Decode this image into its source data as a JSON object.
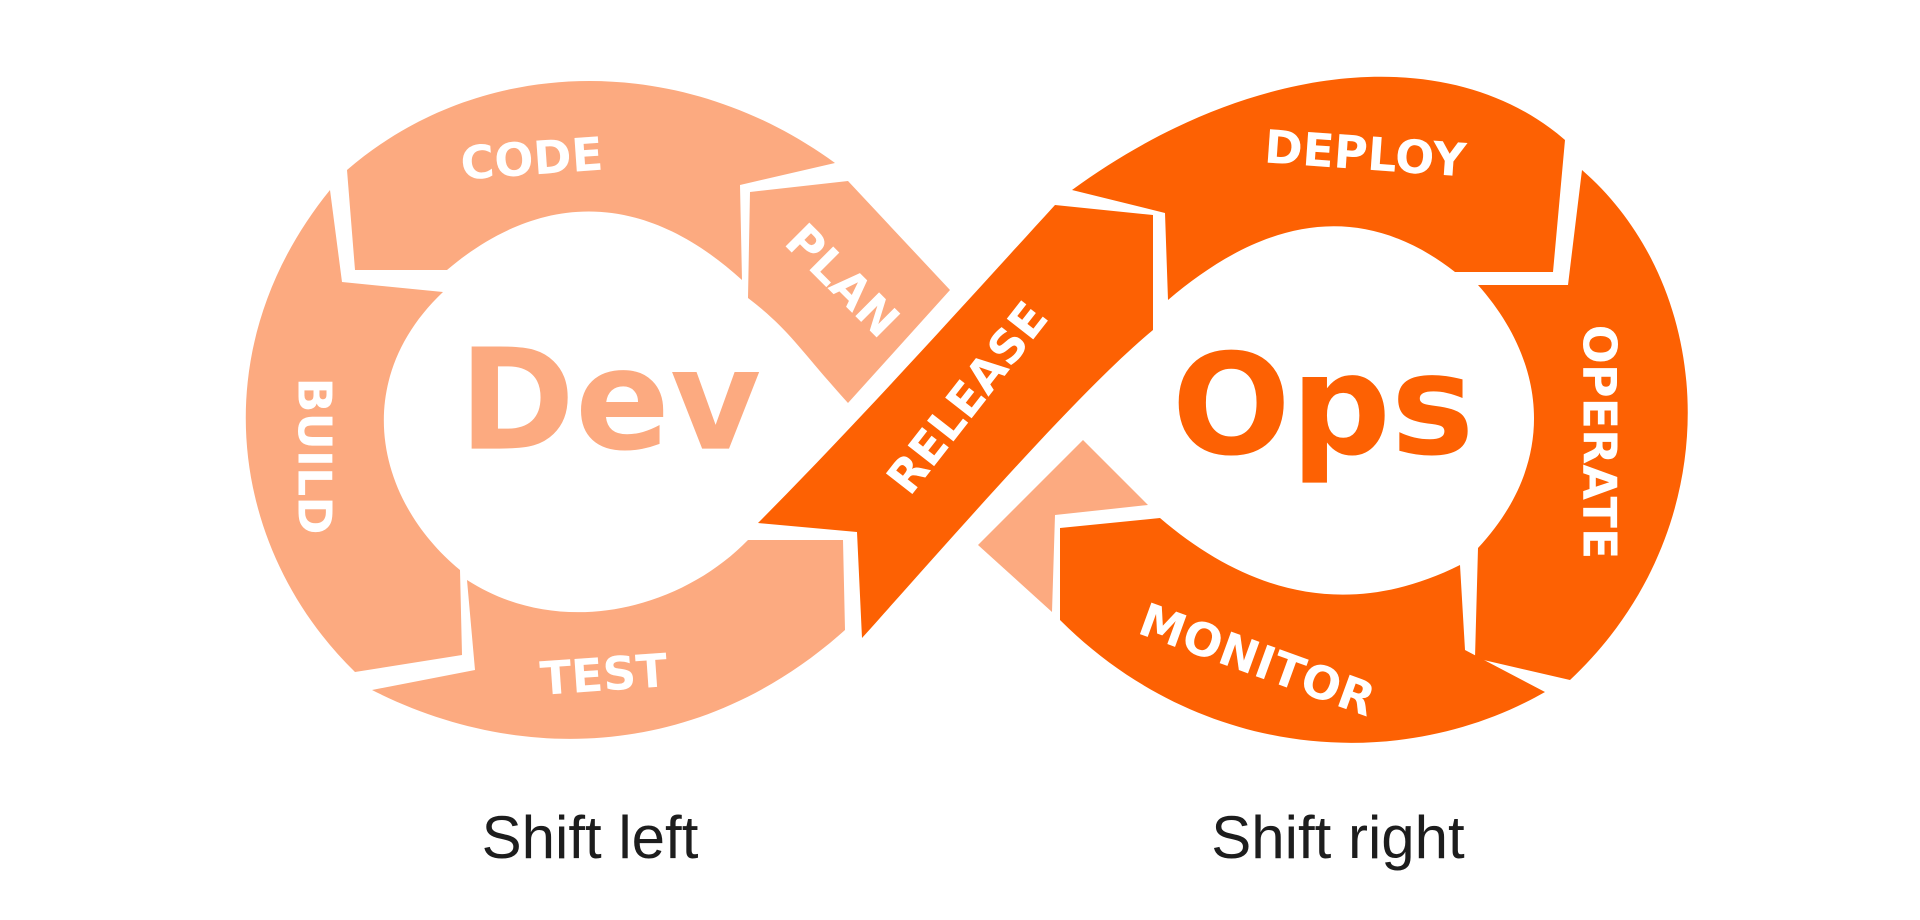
{
  "colors": {
    "dev": "#fcaa80",
    "ops": "#fd6103",
    "background": "#ffffff",
    "caption_text": "#1d1d1d"
  },
  "dev_loop": {
    "center_word": "Dev",
    "stages": {
      "plan": "PLAN",
      "code": "CODE",
      "build": "BUILD",
      "test": "TEST"
    },
    "caption": "Shift left"
  },
  "ops_loop": {
    "center_word": "Ops",
    "stages": {
      "release": "RELEASE",
      "deploy": "DEPLOY",
      "operate": "OPERATE",
      "monitor": "MONITOR"
    },
    "caption": "Shift right"
  }
}
